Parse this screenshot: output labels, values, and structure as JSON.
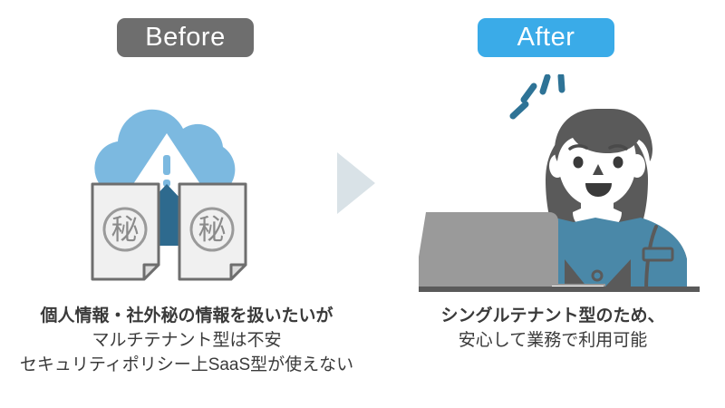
{
  "badges": {
    "before": {
      "label": "Before",
      "color": "#6e6e6e"
    },
    "after": {
      "label": "After",
      "color": "#3aabe8"
    }
  },
  "middle": {
    "arrow_icon": "triangle-right-icon",
    "color": "#d9e2e7"
  },
  "left_illustration": {
    "cloud_icon": "cloud-icon",
    "cloud_color": "#7cb9e0",
    "warning_icon": "warning-triangle-icon",
    "warning_color": "#ffffff",
    "upload_arrow_icon": "upload-arrow-icon",
    "upload_arrow_color": "#2e6a8e",
    "documents": [
      {
        "icon": "document-icon",
        "stamp": "秘"
      },
      {
        "icon": "document-icon",
        "stamp": "秘"
      }
    ],
    "document_fill": "#f0f0f0",
    "document_stroke": "#6e6e6e"
  },
  "right_illustration": {
    "person_icon": "person-at-laptop-icon",
    "laptop_icon": "laptop-icon",
    "sparkle_icon": "sparkle-lines-icon",
    "hair_color": "#5a5a5a",
    "cardigan_color": "#4a88a8",
    "shirt_color": "#5a5a5a",
    "laptop_color": "#9a9a9a",
    "desk_color": "#5a5a5a",
    "sparkle_color": "#2e7396"
  },
  "captions": {
    "left": {
      "lines": [
        "個人情報・社外秘の情報を扱いたいが",
        "マルチテナント型は不安",
        "セキュリティポリシー上SaaS型が使えない"
      ]
    },
    "right": {
      "lines": [
        "シングルテナント型のため、",
        "安心して業務で利用可能"
      ]
    }
  }
}
